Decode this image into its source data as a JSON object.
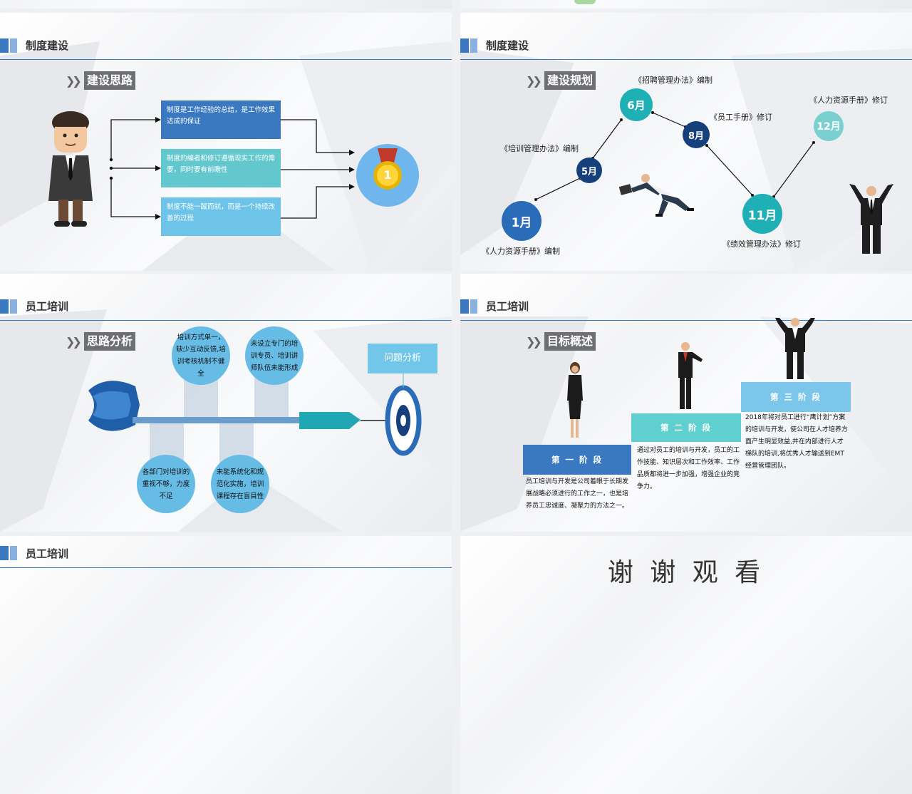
{
  "slide1": {
    "title": "制度建设",
    "subtitle": "建设思路",
    "boxes": [
      "制度是工作经验的总结，是工作效果达成的保证",
      "制度的编者和修订遵循现实工作的需要，同时要有前瞻性",
      "制度不能一蹴而就，而是一个持续改善的过程"
    ],
    "medal_number": "1"
  },
  "slide2": {
    "title": "制度建设",
    "subtitle": "建设规划",
    "milestones": [
      {
        "month": "1月",
        "label": "《人力资源手册》编制"
      },
      {
        "month": "5月",
        "label": "《培训管理办法》编制"
      },
      {
        "month": "6月",
        "label": "《招聘管理办法》编制"
      },
      {
        "month": "8月",
        "label": "《员工手册》修订"
      },
      {
        "month": "11月",
        "label": "《绩效管理办法》修订"
      },
      {
        "month": "12月",
        "label": "《人力资源手册》修订"
      }
    ]
  },
  "slide3": {
    "title": "员工培训",
    "subtitle": "思路分析",
    "target_label": "问题分析",
    "bubbles": [
      "培训方式单一，缺少互动反馈,培训考核机制不健全",
      "未设立专门的培训专员、培训讲师队伍未能形成",
      "各部门对培训的重视不够，力度不足",
      "未能系统化和规范化实施，培训课程存在盲目性"
    ]
  },
  "slide4": {
    "title": "员工培训",
    "subtitle": "目标概述",
    "stages": [
      {
        "label": "第 一 阶 段",
        "text": "员工培训与开发是公司着眼于长期发展战略必须进行的工作之一，也是培养员工忠诚度、凝聚力的方法之一。",
        "color": "#3a78c0"
      },
      {
        "label": "第 二 阶 段",
        "text": "通过对员工的培训与开发，员工的工作技能、知识层次和工作效率、工作品质都将进一步加强，增强企业的竞争力。",
        "color": "#5fcfcf"
      },
      {
        "label": "第 三 阶 段",
        "text": "2018年将对员工进行“鹰计划”方案的培训与开发，使公司在人才培养方面产生明显效益,并在内部进行人才梯队的培训,将优秀人才输送到EMT经营管理团队。",
        "color": "#7cc6ec"
      }
    ]
  },
  "slide5": {
    "title": "员工培训"
  },
  "slide6": {
    "title": "谢 谢 观 看"
  }
}
